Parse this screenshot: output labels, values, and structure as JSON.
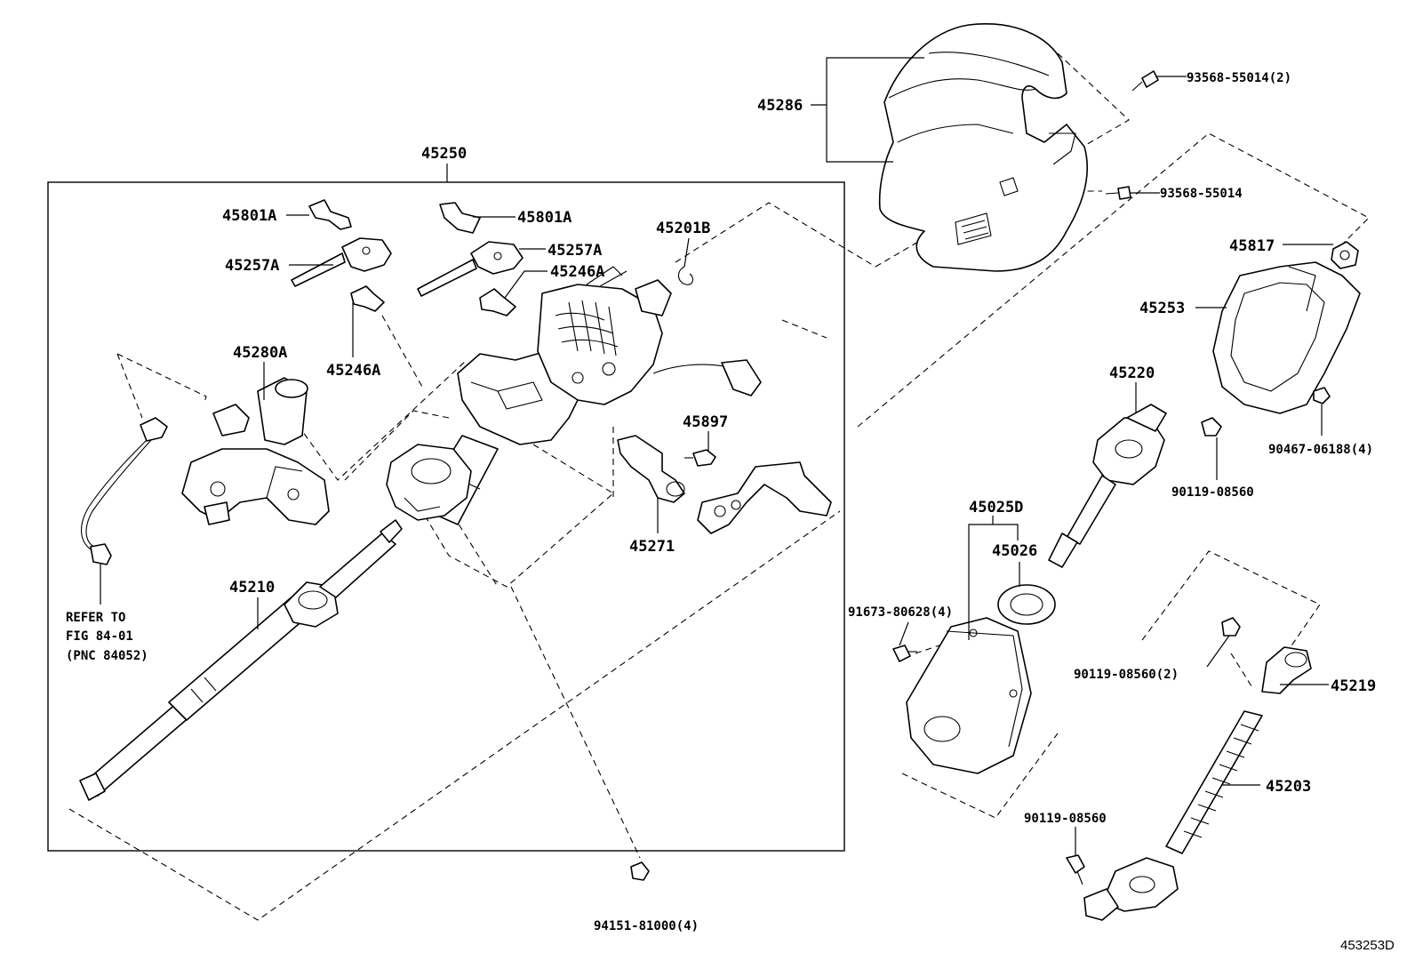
{
  "diagram": {
    "labels": {
      "l45286": "45286",
      "l93568a": "93568-55014(2)",
      "l93568b": "93568-55014",
      "l45250": "45250",
      "l45801a_left": "45801A",
      "l45801a_right": "45801A",
      "l45257a_left": "45257A",
      "l45257a_right": "45257A",
      "l45246a_right": "45246A",
      "l45246a_left": "45246A",
      "l45201b": "45201B",
      "l45280a": "45280A",
      "l45897": "45897",
      "l45271": "45271",
      "l45210": "45210",
      "l45817": "45817",
      "l45253": "45253",
      "l45220": "45220",
      "l90467": "90467-06188(4)",
      "l90119a": "90119-08560",
      "l45025d": "45025D",
      "l45026": "45026",
      "l91673": "91673-80628(4)",
      "l90119b": "90119-08560(2)",
      "l45219": "45219",
      "l45203": "45203",
      "l90119c": "90119-08560",
      "l94151": "94151-81000(4)"
    },
    "refer": {
      "line1": "REFER TO",
      "line2": "FIG 84-01",
      "line3": "(PNC 84052)"
    },
    "figure_code": "453253D"
  }
}
